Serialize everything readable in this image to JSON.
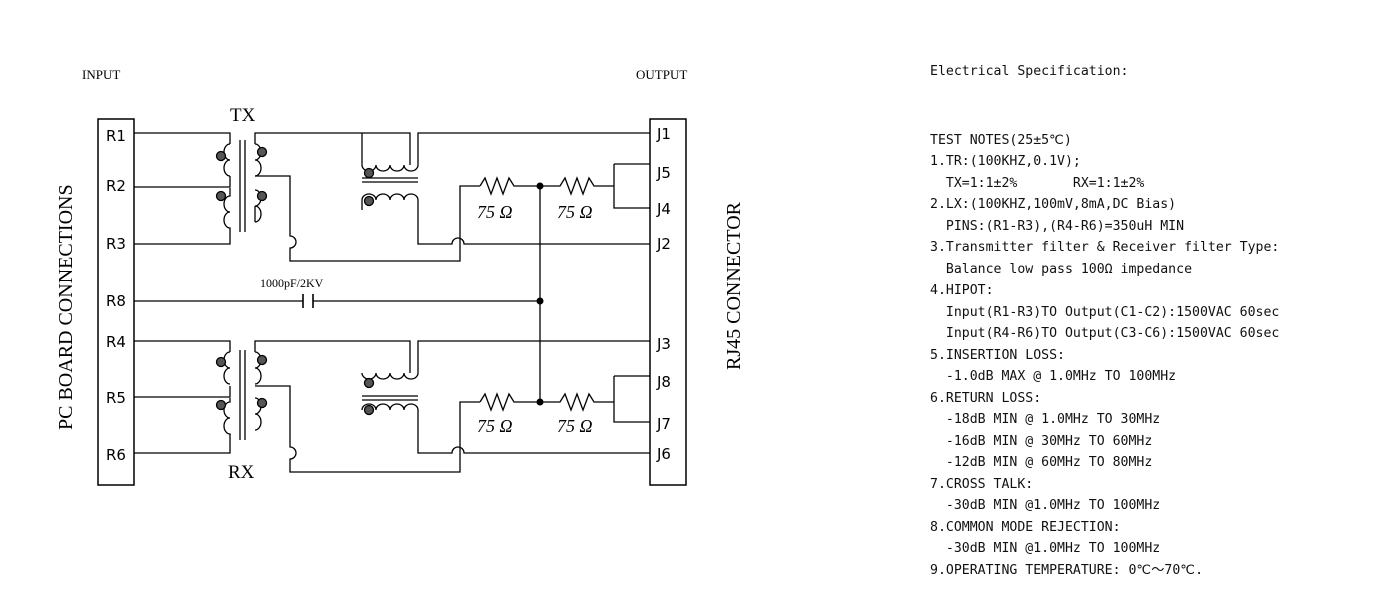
{
  "schematic": {
    "input_label": "INPUT",
    "output_label": "OUTPUT",
    "left_side_label": "PC BOARD CONNECTIONS",
    "right_side_label": "RJ45 CONNECTOR",
    "tx_label": "TX",
    "rx_label": "RX",
    "capacitor_label": "1000pF/2KV",
    "resistor_label": "75 Ω",
    "left_pins": [
      "R1",
      "R2",
      "R3",
      "R8",
      "R4",
      "R5",
      "R6"
    ],
    "right_pins": [
      "J1",
      "J5",
      "J4",
      "J2",
      "J3",
      "J8",
      "J7",
      "J6"
    ]
  },
  "spec": {
    "title": "Electrical Specification:",
    "lines": [
      "TEST NOTES(25±5℃)",
      "1.TR:(100KHZ,0.1V);",
      "  TX=1:1±2%       RX=1:1±2%",
      "2.LX:(100KHZ,100mV,8mA,DC Bias)",
      "  PINS:(R1-R3),(R4-R6)=350uH MIN",
      "3.Transmitter filter & Receiver filter Type:",
      "  Balance low pass 100Ω impedance",
      "4.HIPOT:",
      "  Input(R1-R3)TO Output(C1-C2):1500VAC 60sec",
      "  Input(R4-R6)TO Output(C3-C6):1500VAC 60sec",
      "5.INSERTION LOSS:",
      "  -1.0dB MAX @ 1.0MHz TO 100MHz",
      "6.RETURN LOSS:",
      "  -18dB MIN @ 1.0MHz TO 30MHz",
      "  -16dB MIN @ 30MHz TO 60MHz",
      "  -12dB MIN @ 60MHz TO 80MHz",
      "7.CROSS TALK:",
      "  -30dB MIN @1.0MHz TO 100MHz",
      "8.COMMON MODE REJECTION:",
      "  -30dB MIN @1.0MHz TO 100MHz",
      "9.OPERATING TEMPERATURE: 0℃～70℃."
    ]
  }
}
